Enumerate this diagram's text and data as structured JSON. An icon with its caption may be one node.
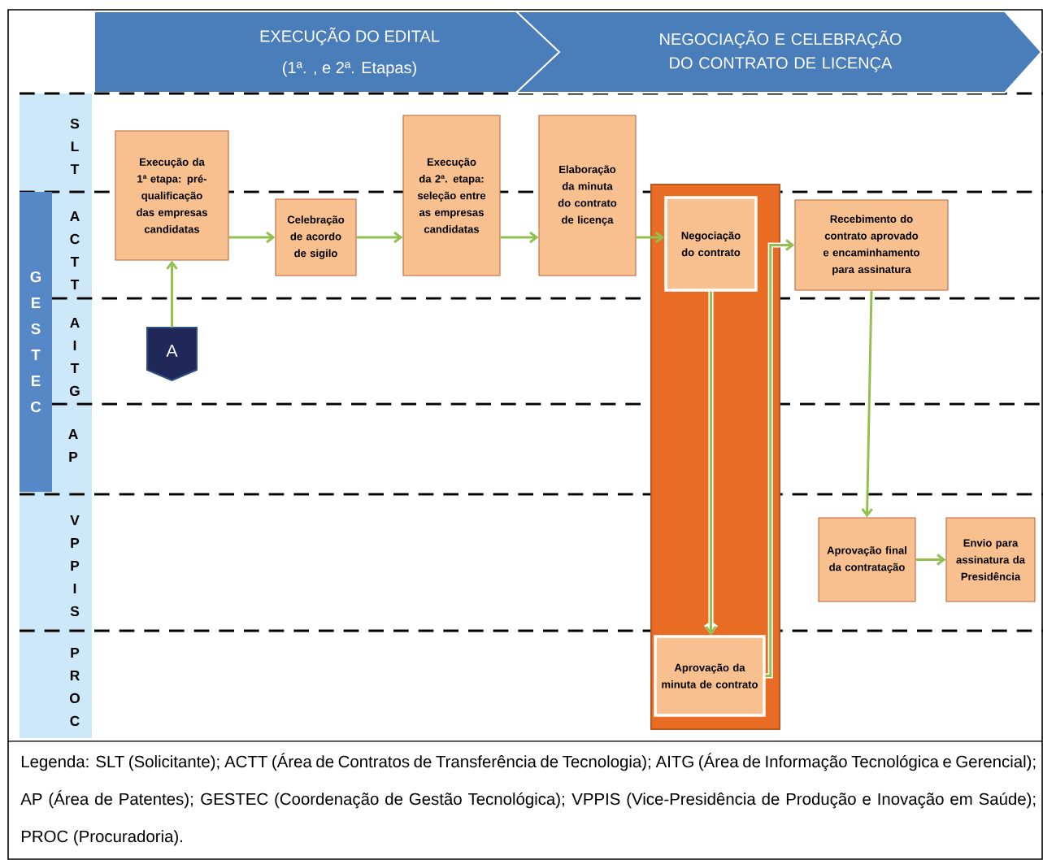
{
  "diagram": {
    "caption": "Legenda: SLT (Solicitante); ACTT (Área de Contratos de Transferência de Tecnologia); AITG (Área de Informação Tecnológica e Gerencial); AP (Área de Patentes); GESTEC (Coordenação de Gestão Tecnológica); VPPIS (Vice-Presidência de Produção e Inovação em Saúde); PROC (Procuradoria).",
    "nodes": [
      {
        "text": [
          "EXECUÇÃO DO EDITAL",
          "(1ª. , e 2ª. Etapas)"
        ]
      },
      {
        "text": [
          "NEGOCIAÇÃO E CELEBRAÇÃO DO CONTRATO DE LICENÇA"
        ]
      },
      {
        "text": [
          "GESTEC"
        ]
      },
      {
        "text": [
          "SLT"
        ]
      },
      {
        "text": [
          "ACTT"
        ]
      },
      {
        "text": [
          "AITG"
        ]
      },
      {
        "text": [
          "AP"
        ]
      },
      {
        "text": [
          "VPPIS"
        ]
      },
      {
        "text": [
          "PROC"
        ]
      },
      {
        "text": [
          "Execução da 1ª etapa: pré-qualificação das empresas candidatas"
        ]
      },
      {
        "text": [
          "Celebração de acordo de sigilo"
        ]
      },
      {
        "text": [
          "Execução da 2ª. etapa: seleção entre as empresas candidatas"
        ]
      },
      {
        "text": [
          "Elaboração da minuta do contrato de licença"
        ]
      },
      {
        "text": [],
        "shape": "box"
      },
      {
        "text": [
          "Negociação do contrato"
        ],
        "in": 13
      },
      {
        "text": [
          "Recebimento do contrato aprovado e encaminhamento para assinatura"
        ]
      },
      {
        "text": [
          "A"
        ]
      },
      {
        "text": [
          "Aprovação final da contratação"
        ]
      },
      {
        "text": [
          "Envio para assinatura da Presidência"
        ]
      },
      {
        "text": [
          "Aprovação da minuta de contrato"
        ],
        "in": 13
      }
    ],
    "edges": [
      {
        "from": 16,
        "to": 9,
        "arrow": "to"
      },
      {
        "from": 9,
        "to": 10,
        "arrow": "to"
      },
      {
        "from": 10,
        "to": 11,
        "arrow": "to"
      },
      {
        "from": 11,
        "to": 12,
        "arrow": "to"
      },
      {
        "from": 12,
        "to": 14,
        "arrow": "to"
      },
      {
        "from": 14,
        "to": 19,
        "arrow": "to"
      },
      {
        "from": 19,
        "to": 15,
        "arrow": "to"
      },
      {
        "from": 15,
        "to": 17,
        "arrow": "to"
      },
      {
        "from": 17,
        "to": 18,
        "arrow": "to"
      }
    ]
  }
}
